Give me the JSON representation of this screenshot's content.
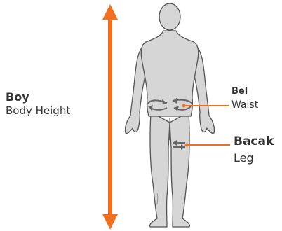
{
  "colors": {
    "accent": "#F07020",
    "figure_fill": "#D6D6D6",
    "figure_stroke": "#555555",
    "text": "#333333"
  },
  "labels": {
    "height": {
      "title": "Boy",
      "subtitle": "Body Height"
    },
    "waist": {
      "title": "Bel",
      "subtitle": "Waist"
    },
    "leg": {
      "title": "Bacak",
      "subtitle": "Leg"
    }
  },
  "icons": [
    "height-double-arrow-icon",
    "waist-measure-arrows-icon",
    "leg-measure-arrows-icon"
  ]
}
